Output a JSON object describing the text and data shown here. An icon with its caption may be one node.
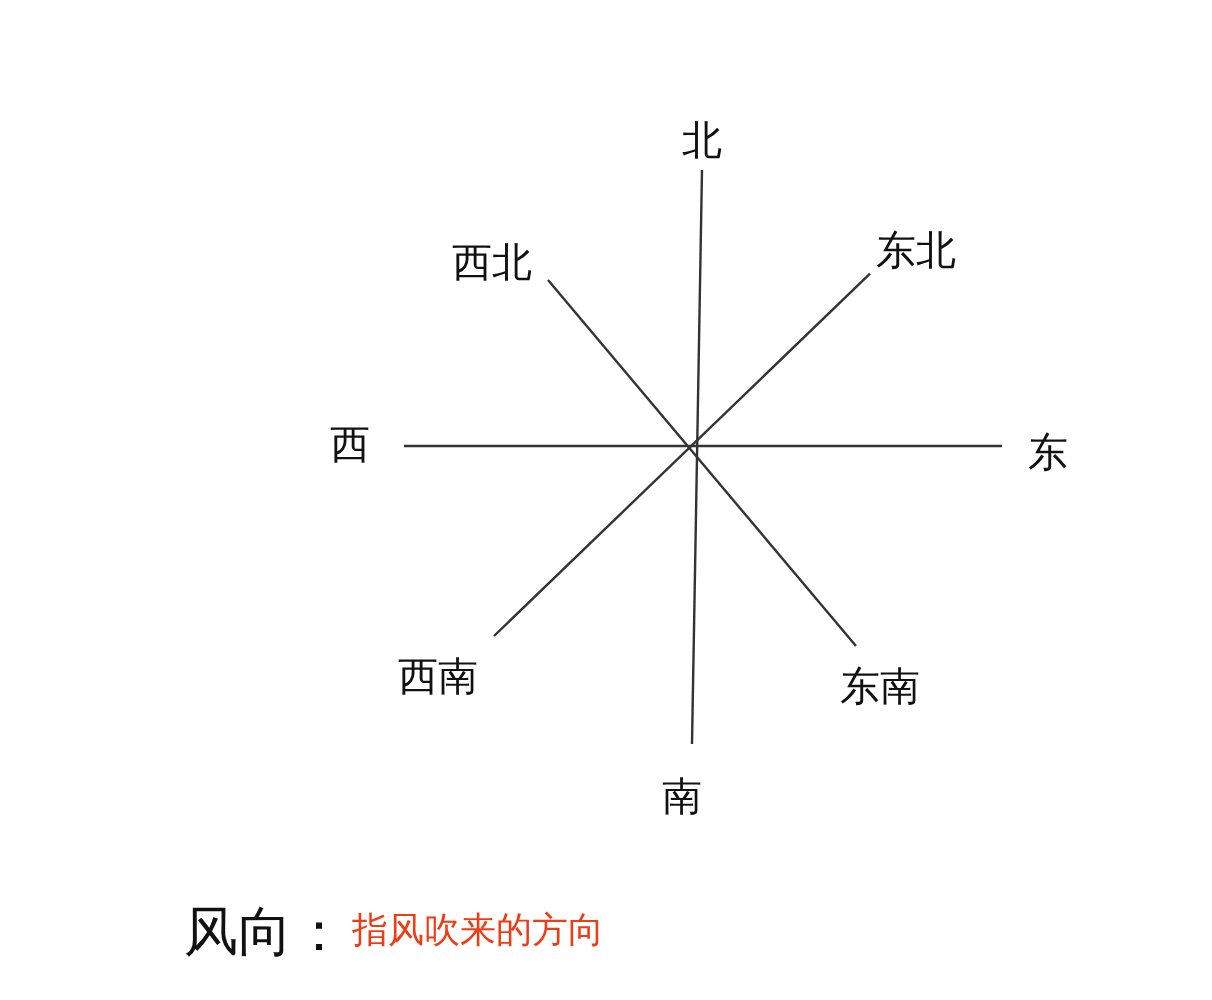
{
  "diagram": {
    "nodes": [
      {
        "text": [
          "北"
        ]
      },
      {
        "text": [
          "西北"
        ]
      },
      {
        "text": [
          "东北"
        ]
      },
      {
        "text": [
          "西"
        ]
      },
      {
        "text": [
          "东"
        ]
      },
      {
        "text": [
          "西南"
        ]
      },
      {
        "text": [
          "东南"
        ]
      },
      {
        "text": [
          "南"
        ]
      }
    ],
    "edges": [
      {
        "from": 0,
        "to": 7,
        "arrow": "none"
      },
      {
        "from": 1,
        "to": 6,
        "arrow": "none"
      },
      {
        "from": 2,
        "to": 5,
        "arrow": "none"
      },
      {
        "from": 3,
        "to": 4,
        "arrow": "none"
      }
    ],
    "labels": [
      "风向：",
      "指风吹来的方向"
    ]
  }
}
